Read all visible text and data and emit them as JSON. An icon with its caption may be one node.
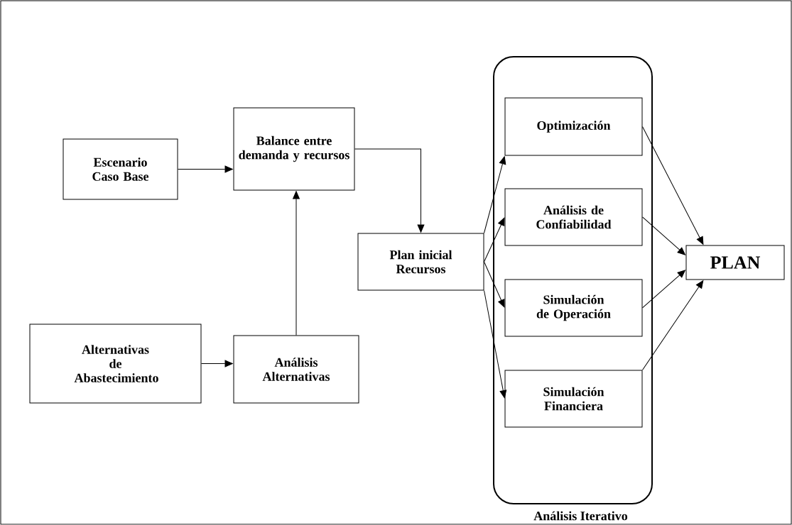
{
  "diagram": {
    "nodes": [
      {
        "text": [
          "Escenario Caso Base"
        ]
      },
      {
        "text": [
          "Balance entre demanda y recursos"
        ]
      },
      {
        "text": [
          "Alternativas de Abastecimiento"
        ]
      },
      {
        "text": [
          "Análisis Alternativas"
        ]
      },
      {
        "text": [
          "Plan inicial Recursos"
        ]
      },
      {
        "text": [
          "Análisis Iterativo"
        ]
      },
      {
        "text": [
          "Optimización"
        ],
        "in": 5
      },
      {
        "text": [
          "Análisis de Confiabilidad"
        ],
        "in": 5
      },
      {
        "text": [
          "Simulación de Operación"
        ],
        "in": 5
      },
      {
        "text": [
          "Simulación Financiera"
        ],
        "in": 5
      },
      {
        "text": [
          "PLAN"
        ]
      }
    ],
    "edges": [
      {
        "from": 0,
        "to": 1,
        "arrow": "to"
      },
      {
        "from": 3,
        "to": 1,
        "arrow": "to"
      },
      {
        "from": 1,
        "to": 4,
        "arrow": "to"
      },
      {
        "from": 2,
        "to": 3,
        "arrow": "to"
      },
      {
        "from": 4,
        "to": 6,
        "arrow": "to"
      },
      {
        "from": 4,
        "to": 7,
        "arrow": "to"
      },
      {
        "from": 4,
        "to": 8,
        "arrow": "to"
      },
      {
        "from": 4,
        "to": 9,
        "arrow": "to"
      },
      {
        "from": 6,
        "to": 10,
        "arrow": "to"
      },
      {
        "from": 7,
        "to": 10,
        "arrow": "to"
      },
      {
        "from": 8,
        "to": 10,
        "arrow": "to"
      },
      {
        "from": 9,
        "to": 10,
        "arrow": "to"
      }
    ]
  }
}
